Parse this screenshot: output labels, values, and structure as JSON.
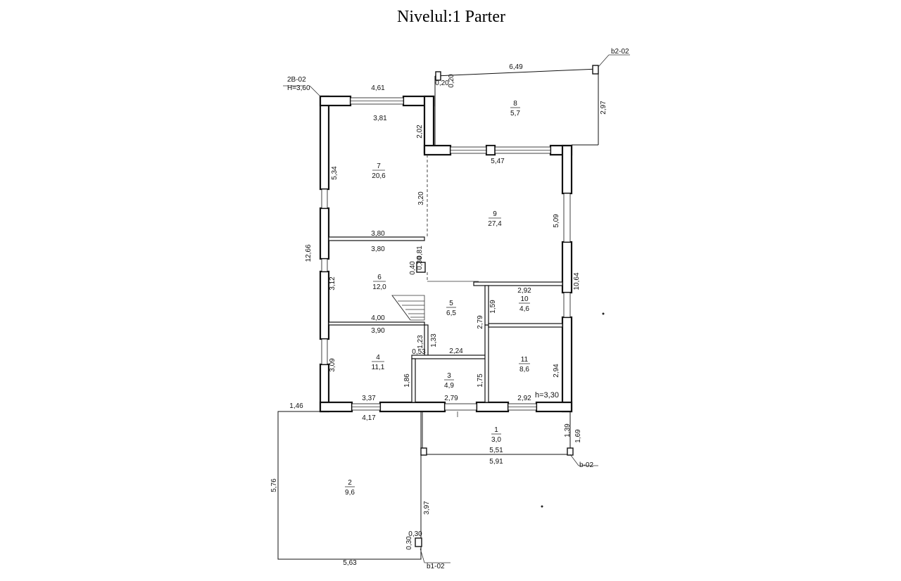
{
  "title": "Nivelul:1 Parter",
  "markers": {
    "b2": "b2-02",
    "b": "b-02",
    "b1": "b1-02",
    "axis_2b": "2B-02",
    "height_top": "H=3,60",
    "height_room11": "h=3,30"
  },
  "rooms": [
    {
      "num": "1",
      "area": "3,0"
    },
    {
      "num": "2",
      "area": "9,6"
    },
    {
      "num": "3",
      "area": "4,9"
    },
    {
      "num": "4",
      "area": "11,1"
    },
    {
      "num": "5",
      "area": "6,5"
    },
    {
      "num": "6",
      "area": "12,0"
    },
    {
      "num": "7",
      "area": "20,6"
    },
    {
      "num": "8",
      "area": "5,7"
    },
    {
      "num": "9",
      "area": "27,4"
    },
    {
      "num": "10",
      "area": "4,6"
    },
    {
      "num": "11",
      "area": "8,6"
    }
  ],
  "dimensions": {
    "d649": "6,49",
    "d020a": "0,20",
    "d020b": "0,20",
    "d297": "2,97",
    "d461": "4,61",
    "d381": "3,81",
    "d202": "2,02",
    "d547": "5,47",
    "d534": "5,34",
    "d320": "3,20",
    "d509": "5,09",
    "d1266": "12,66",
    "d380a": "3,80",
    "d380b": "3,80",
    "d081": "0,81",
    "d040": "0,40",
    "d030a": "0,30",
    "d312": "3,12",
    "d1064": "10,64",
    "d292a": "2,92",
    "d159": "1,59",
    "d400": "4,00",
    "d279a": "2,79",
    "d390": "3,90",
    "d123": "1,23",
    "d133": "1,33",
    "d053": "0,53",
    "d224": "2,24",
    "d309": "3,09",
    "d186": "1,86",
    "d175": "1,75",
    "d294": "2,94",
    "d337": "3,37",
    "d279b": "2,79",
    "d292b": "2,92",
    "d146": "1,46",
    "d417": "4,17",
    "d139": "1,39",
    "d169": "1,69",
    "d551": "5,51",
    "d591": "5,91",
    "d576": "5,76",
    "d397": "3,97",
    "d030b": "0,30",
    "d030c": "0,30",
    "d563": "5,63"
  }
}
